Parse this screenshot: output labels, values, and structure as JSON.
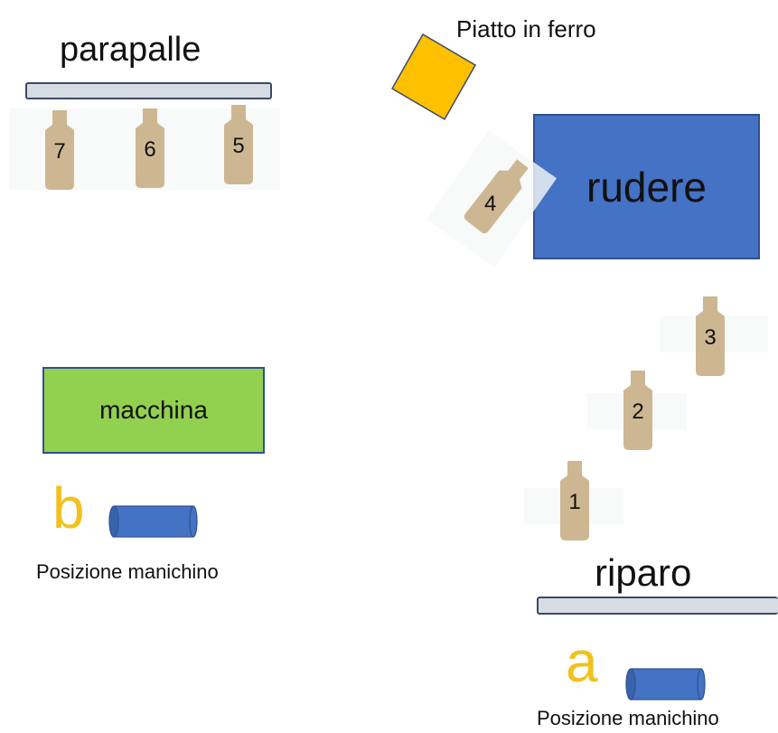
{
  "labels": {
    "parapalle": "parapalle",
    "piatto": "Piatto in ferro",
    "rudere": "rudere",
    "macchina": "macchina",
    "riparo": "riparo",
    "letter_a": "a",
    "letter_b": "b",
    "posizione_a": "Posizione manichino",
    "posizione_b": "Posizione manichino"
  },
  "targets": [
    {
      "id": "1",
      "label": "1"
    },
    {
      "id": "2",
      "label": "2"
    },
    {
      "id": "3",
      "label": "3"
    },
    {
      "id": "4",
      "label": "4"
    },
    {
      "id": "5",
      "label": "5"
    },
    {
      "id": "6",
      "label": "6"
    },
    {
      "id": "7",
      "label": "7"
    }
  ],
  "colors": {
    "rudere": "#4472c4",
    "macchina": "#92d050",
    "piatto": "#ffc000",
    "target": "#cdb792",
    "cylinder": "#4472c4",
    "letters": "#f2c11e",
    "bar_fill": "#d7dce3",
    "bar_stroke": "#3b4a66"
  }
}
